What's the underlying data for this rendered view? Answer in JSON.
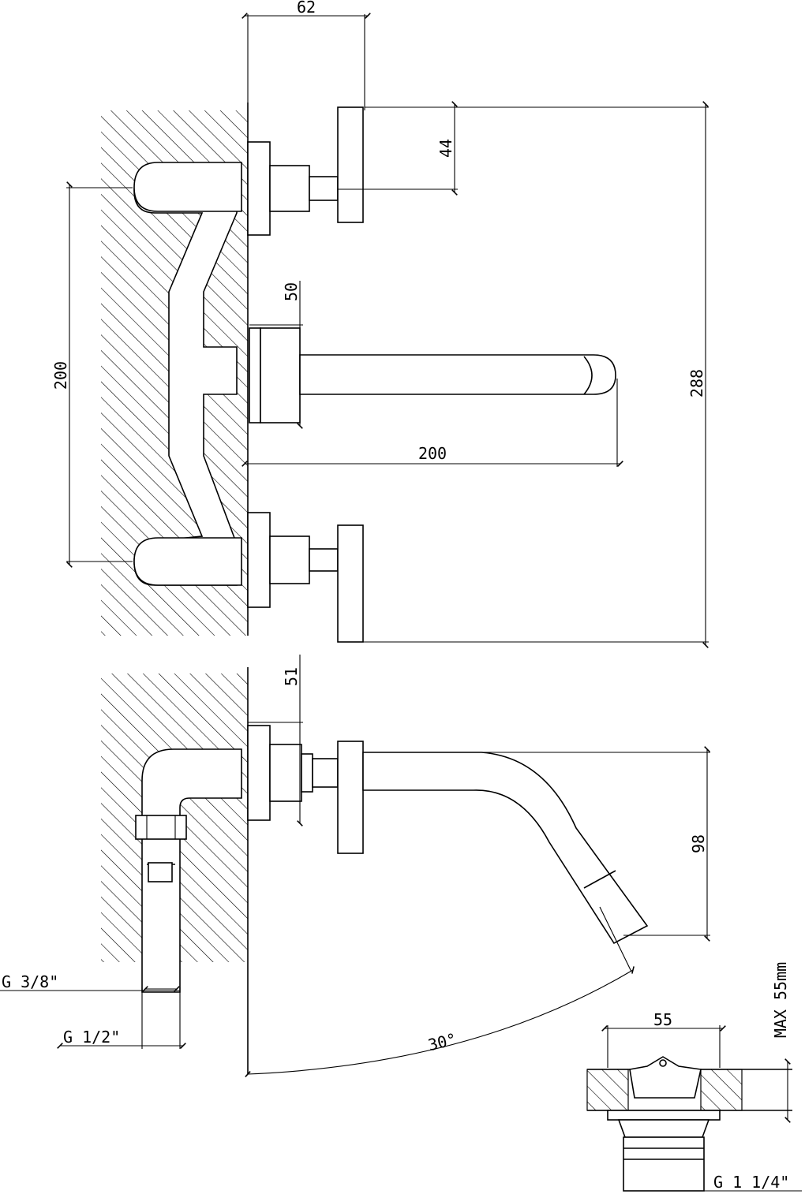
{
  "drawing": {
    "dimensions": {
      "top_width": "62",
      "handle_depth": "44",
      "spout_depth": "50",
      "spacing_vertical": "200",
      "spout_length": "200",
      "total_height": "288",
      "side_depth": "51",
      "spout_drop": "98",
      "angle": "30°",
      "thread_small": "G 3/8\"",
      "thread_large": "G 1/2\"",
      "waste_width": "55",
      "waste_max": "MAX 55mm",
      "waste_thread": "G 1 1/4\""
    }
  }
}
